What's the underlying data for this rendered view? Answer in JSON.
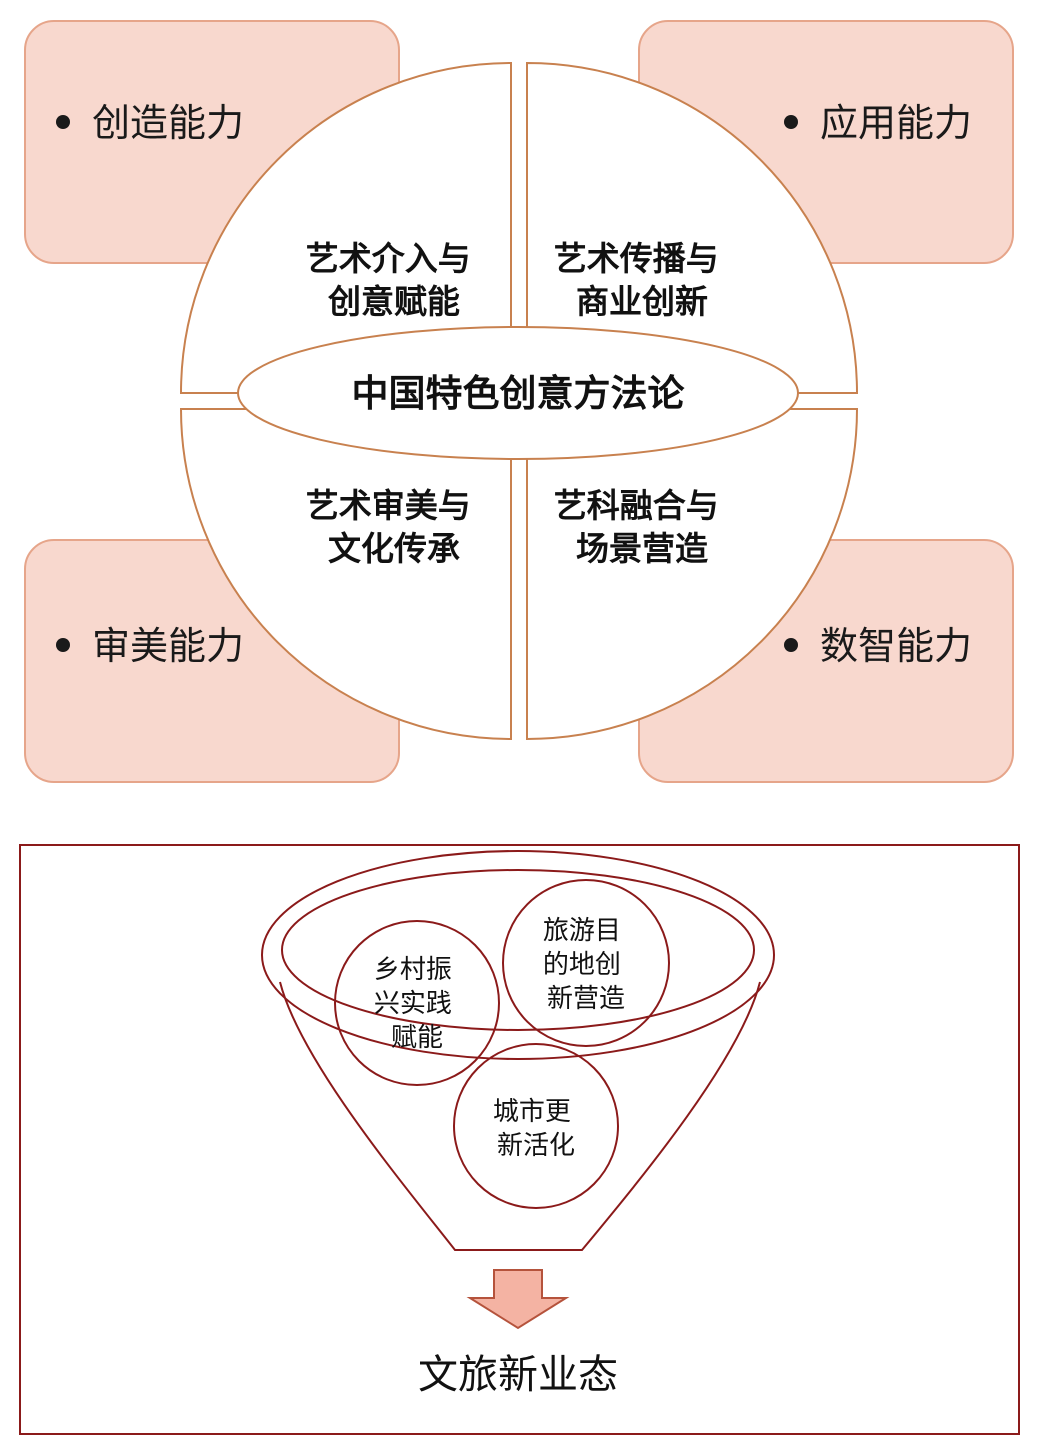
{
  "corners": {
    "top_left": "创造能力",
    "top_right": "应用能力",
    "bottom_left": "审美能力",
    "bottom_right": "数智能力"
  },
  "quadrants": {
    "top_left": [
      "艺术介入与",
      "创意赋能"
    ],
    "top_right": [
      "艺术传播与",
      "商业创新"
    ],
    "bottom_left": [
      "艺术审美与",
      "文化传承"
    ],
    "bottom_right": [
      "艺科融合与",
      "场景营造"
    ]
  },
  "center_label": "中国特色创意方法论",
  "funnel": {
    "circle_left": [
      "乡村振",
      "兴实践",
      "赋能"
    ],
    "circle_right": [
      "旅游目",
      "的地创",
      "新营造"
    ],
    "circle_bottom": [
      "城市更",
      "新活化"
    ]
  },
  "output_label": "文旅新业态",
  "colors": {
    "corner_fill": "#f8d8ce",
    "corner_border": "#e6a58a",
    "circle_stroke": "#c8814f",
    "funnel_stroke": "#8b1a1a",
    "arrow_fill": "#f4b3a3"
  }
}
